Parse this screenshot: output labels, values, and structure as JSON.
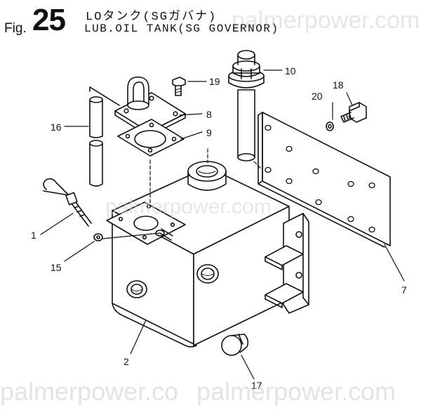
{
  "header": {
    "fig_word": "Fig.",
    "fig_number": "25",
    "title_jp": "LOタンク(SGガバナ)",
    "title_en": "LUB.OIL TANK(SG GOVERNOR)"
  },
  "watermark": {
    "text": "palmerpower.com",
    "text_bottom_left": "palmerpower.co",
    "text_bottom_right": "palmerpower.com"
  },
  "callouts": {
    "c1": "1",
    "c2": "2",
    "c7": "7",
    "c8": "8",
    "c9": "9",
    "c10": "10",
    "c15": "15",
    "c16": "16",
    "c17": "17",
    "c18": "18",
    "c19": "19",
    "c20": "20"
  }
}
